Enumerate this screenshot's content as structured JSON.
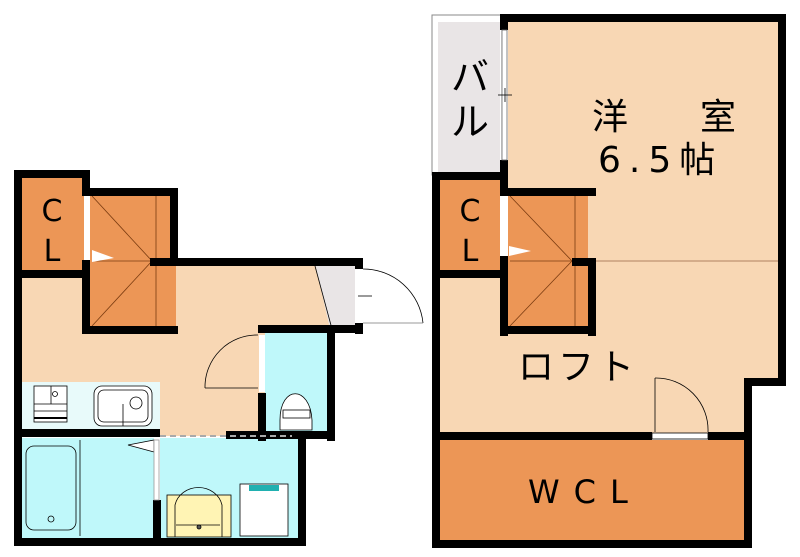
{
  "floorplan": {
    "colors": {
      "wall": "#000000",
      "floor": "#f8d7b4",
      "storage": "#ec9656",
      "wet_area": "#bff8fa",
      "balcony": "#e9e5e6",
      "vanity": "#fff4b4",
      "washer_lid": "#20b0b0"
    },
    "ground_floor": {
      "closet_label_top": "C",
      "closet_label_bottom": "L"
    },
    "upper_floor": {
      "balcony_label_top": "バ",
      "balcony_label_bottom": "ル",
      "room_label_left": "洋",
      "room_label_right": "室",
      "room_size": "6.5帖",
      "closet_label_top": "C",
      "closet_label_bottom": "L",
      "loft_label": "ロフト",
      "wcl_label": "WCL"
    }
  }
}
